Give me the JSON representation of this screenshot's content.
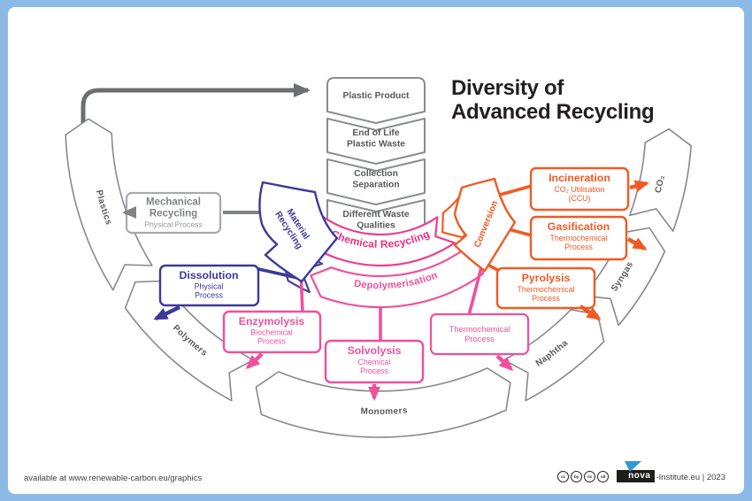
{
  "title": {
    "line1": "Diversity of",
    "line2": "Advanced Recycling"
  },
  "flags": [
    {
      "line1": "Plastic Product",
      "line2": ""
    },
    {
      "line1": "End of Life",
      "line2": "Plastic Waste"
    },
    {
      "line1": "Collection",
      "line2": "Separation"
    },
    {
      "line1": "Different Waste",
      "line2": "Qualities"
    }
  ],
  "ring": {
    "plastics": "Plastics",
    "polymers": "Polymers",
    "monomers": "Monomers",
    "naphtha": "Naphtha",
    "syngas": "Syngas",
    "co2": "CO₂"
  },
  "arcs": {
    "chemical_recycling": "Chemical Recycling",
    "depolymerisation": "Depolymerisation",
    "material_line1": "Material",
    "material_line2": "Recycling",
    "conversion": "Conversion"
  },
  "boxes": {
    "mechanical": {
      "title1": "Mechanical",
      "title2": "Recycling",
      "sub": "Physical Process"
    },
    "dissolution": {
      "title": "Dissolution",
      "sub1": "Physical",
      "sub2": "Process"
    },
    "enzymolysis": {
      "title": "Enzymolysis",
      "sub1": "Biochemical",
      "sub2": "Process"
    },
    "solvolysis": {
      "title": "Solvolysis",
      "sub1": "Chemical",
      "sub2": "Process"
    },
    "thermochemical": {
      "sub1": "Thermochemical",
      "sub2": "Process"
    },
    "incineration": {
      "title": "Incineration",
      "sub1": "CO₂ Utilisation",
      "sub2": "(CCU)"
    },
    "gasification": {
      "title": "Gasification",
      "sub1": "Thermochemical",
      "sub2": "Process"
    },
    "pyrolysis": {
      "title": "Pyrolysis",
      "sub1": "Thermochemical",
      "sub2": "Process"
    }
  },
  "footer": {
    "left": "available at www.renewable-carbon.eu/graphics",
    "license_icons": [
      "cc",
      "by",
      "nc",
      "nd"
    ],
    "brand_nova": "nova",
    "brand_rest": "-Institute.eu | 2023"
  },
  "colors": {
    "frame_blue": "#8cbae6",
    "gray_line": "#6d6e71",
    "gray_text": "#58595b",
    "indigo": "#3a3a99",
    "purple_tip": "#4b3e98",
    "pink_deep": "#ed2d80",
    "pink": "#f0509c",
    "orange": "#f15a24",
    "nova_blue": "#2e9bd6"
  }
}
